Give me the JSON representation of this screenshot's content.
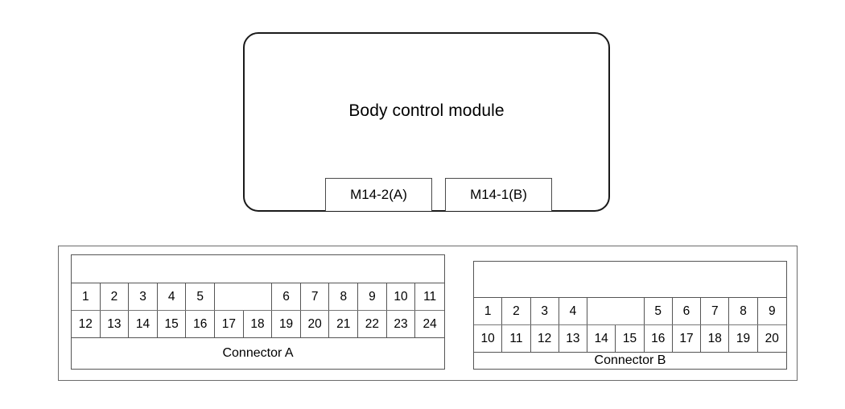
{
  "diagram": {
    "module": {
      "title": "Body control module",
      "tabs": [
        {
          "label": "M14-2(A)",
          "name": "connector-a-tab"
        },
        {
          "label": "M14-1(B)",
          "name": "connector-b-tab"
        }
      ]
    },
    "connectors": [
      {
        "id": "connector-a",
        "label": "Connector A",
        "columns": 13,
        "top_row": [
          "1",
          "2",
          "3",
          "4",
          "5",
          "",
          "",
          "6",
          "7",
          "8",
          "9",
          "10",
          "11"
        ],
        "top_row_gap_span": [
          5,
          6
        ],
        "bottom_row": [
          "12",
          "13",
          "14",
          "15",
          "16",
          "17",
          "18",
          "19",
          "20",
          "21",
          "22",
          "23",
          "24"
        ]
      },
      {
        "id": "connector-b",
        "label": "Connector B",
        "columns": 11,
        "top_row": [
          "1",
          "2",
          "3",
          "4",
          "",
          "",
          "5",
          "6",
          "7",
          "8",
          "9"
        ],
        "top_row_gap_span": [
          4,
          5
        ],
        "bottom_row": [
          "10",
          "11",
          "12",
          "13",
          "14",
          "15",
          "16",
          "17",
          "18",
          "19",
          "20"
        ]
      }
    ]
  },
  "colors": {
    "background": "#ffffff",
    "module_outline": "#1a1a1a",
    "table_outline": "#555555",
    "panel_outline": "#6b6b6b",
    "text": "#000000"
  }
}
